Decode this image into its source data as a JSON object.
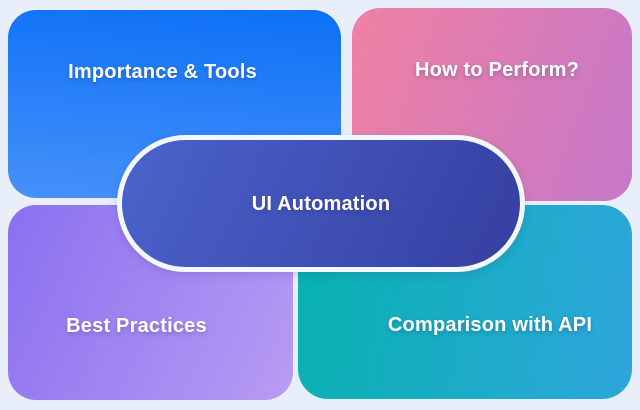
{
  "diagram": {
    "background_color": "#e8eefa",
    "ring_color": "#f3f7fe",
    "text_color": "#ffffff",
    "center": {
      "label": "UI Automation",
      "gradient": [
        "115deg",
        "#4b63cc",
        "#353fa0"
      ]
    },
    "nodes": [
      {
        "label": "Importance & Tools",
        "position": "top-left",
        "gradient": [
          "185deg",
          "#0c70f6",
          "#4691f9"
        ]
      },
      {
        "label": "How to Perform?",
        "position": "top-right",
        "gradient": [
          "110deg",
          "#ef81a2",
          "#c577c9"
        ]
      },
      {
        "label": "Best Practices",
        "position": "bottom-left",
        "gradient": [
          "115deg",
          "#8a70f0",
          "#b89cf3"
        ]
      },
      {
        "label": "Comparison with API",
        "position": "bottom-right",
        "gradient": [
          "100deg",
          "#07b2af",
          "#2ea6dc"
        ]
      }
    ]
  }
}
